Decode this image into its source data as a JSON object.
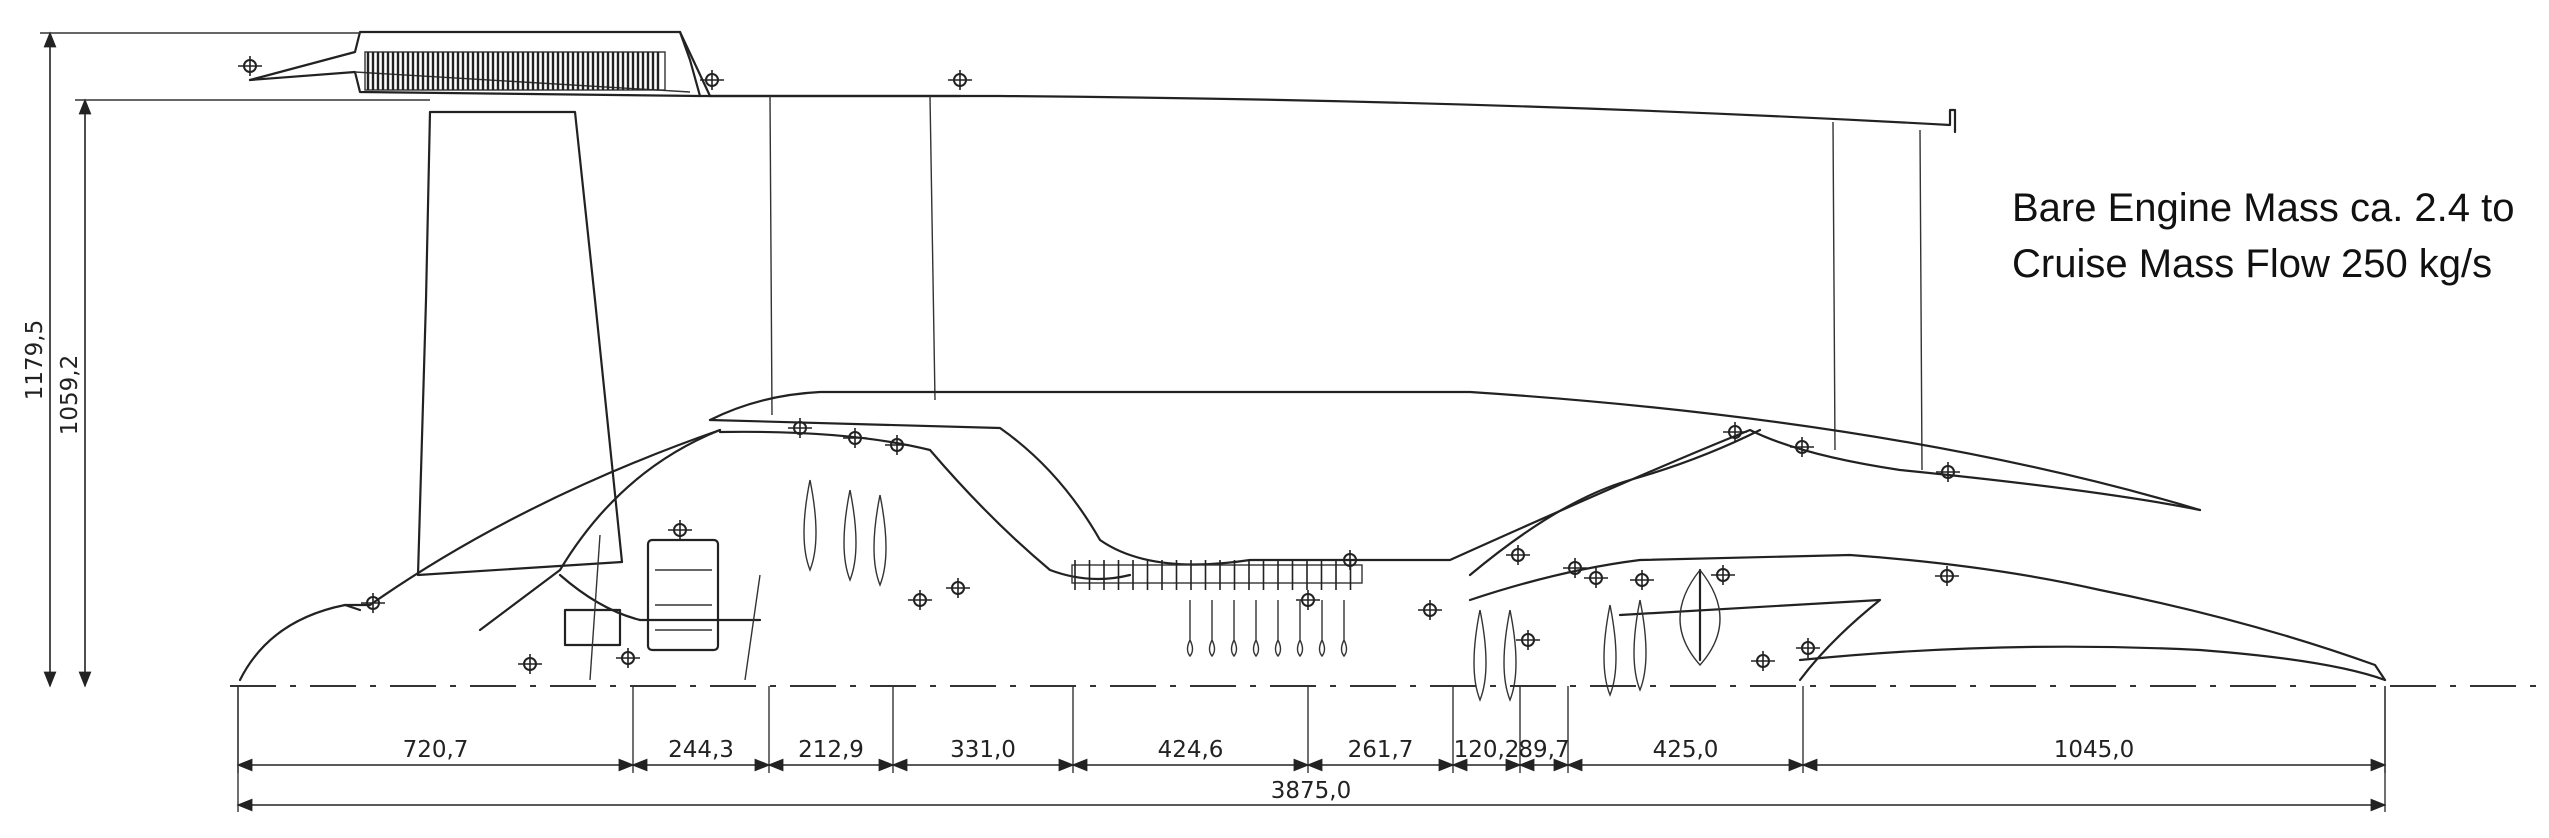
{
  "annotation": {
    "line1": "Bare Engine Mass ca. 2.4 to",
    "line2": "Cruise Mass Flow 250 kg/s"
  },
  "vertical_dimensions": [
    {
      "label": "1179,5"
    },
    {
      "label": "1059,2"
    }
  ],
  "horizontal_dimensions": [
    {
      "label": "720,7"
    },
    {
      "label": "244,3"
    },
    {
      "label": "212,9"
    },
    {
      "label": "331,0"
    },
    {
      "label": "424,6"
    },
    {
      "label": "261,7"
    },
    {
      "label": "120,2"
    },
    {
      "label": "89,7"
    },
    {
      "label": "425,0"
    },
    {
      "label": "1045,0"
    }
  ],
  "total_dimension": {
    "label": "3875,0"
  }
}
